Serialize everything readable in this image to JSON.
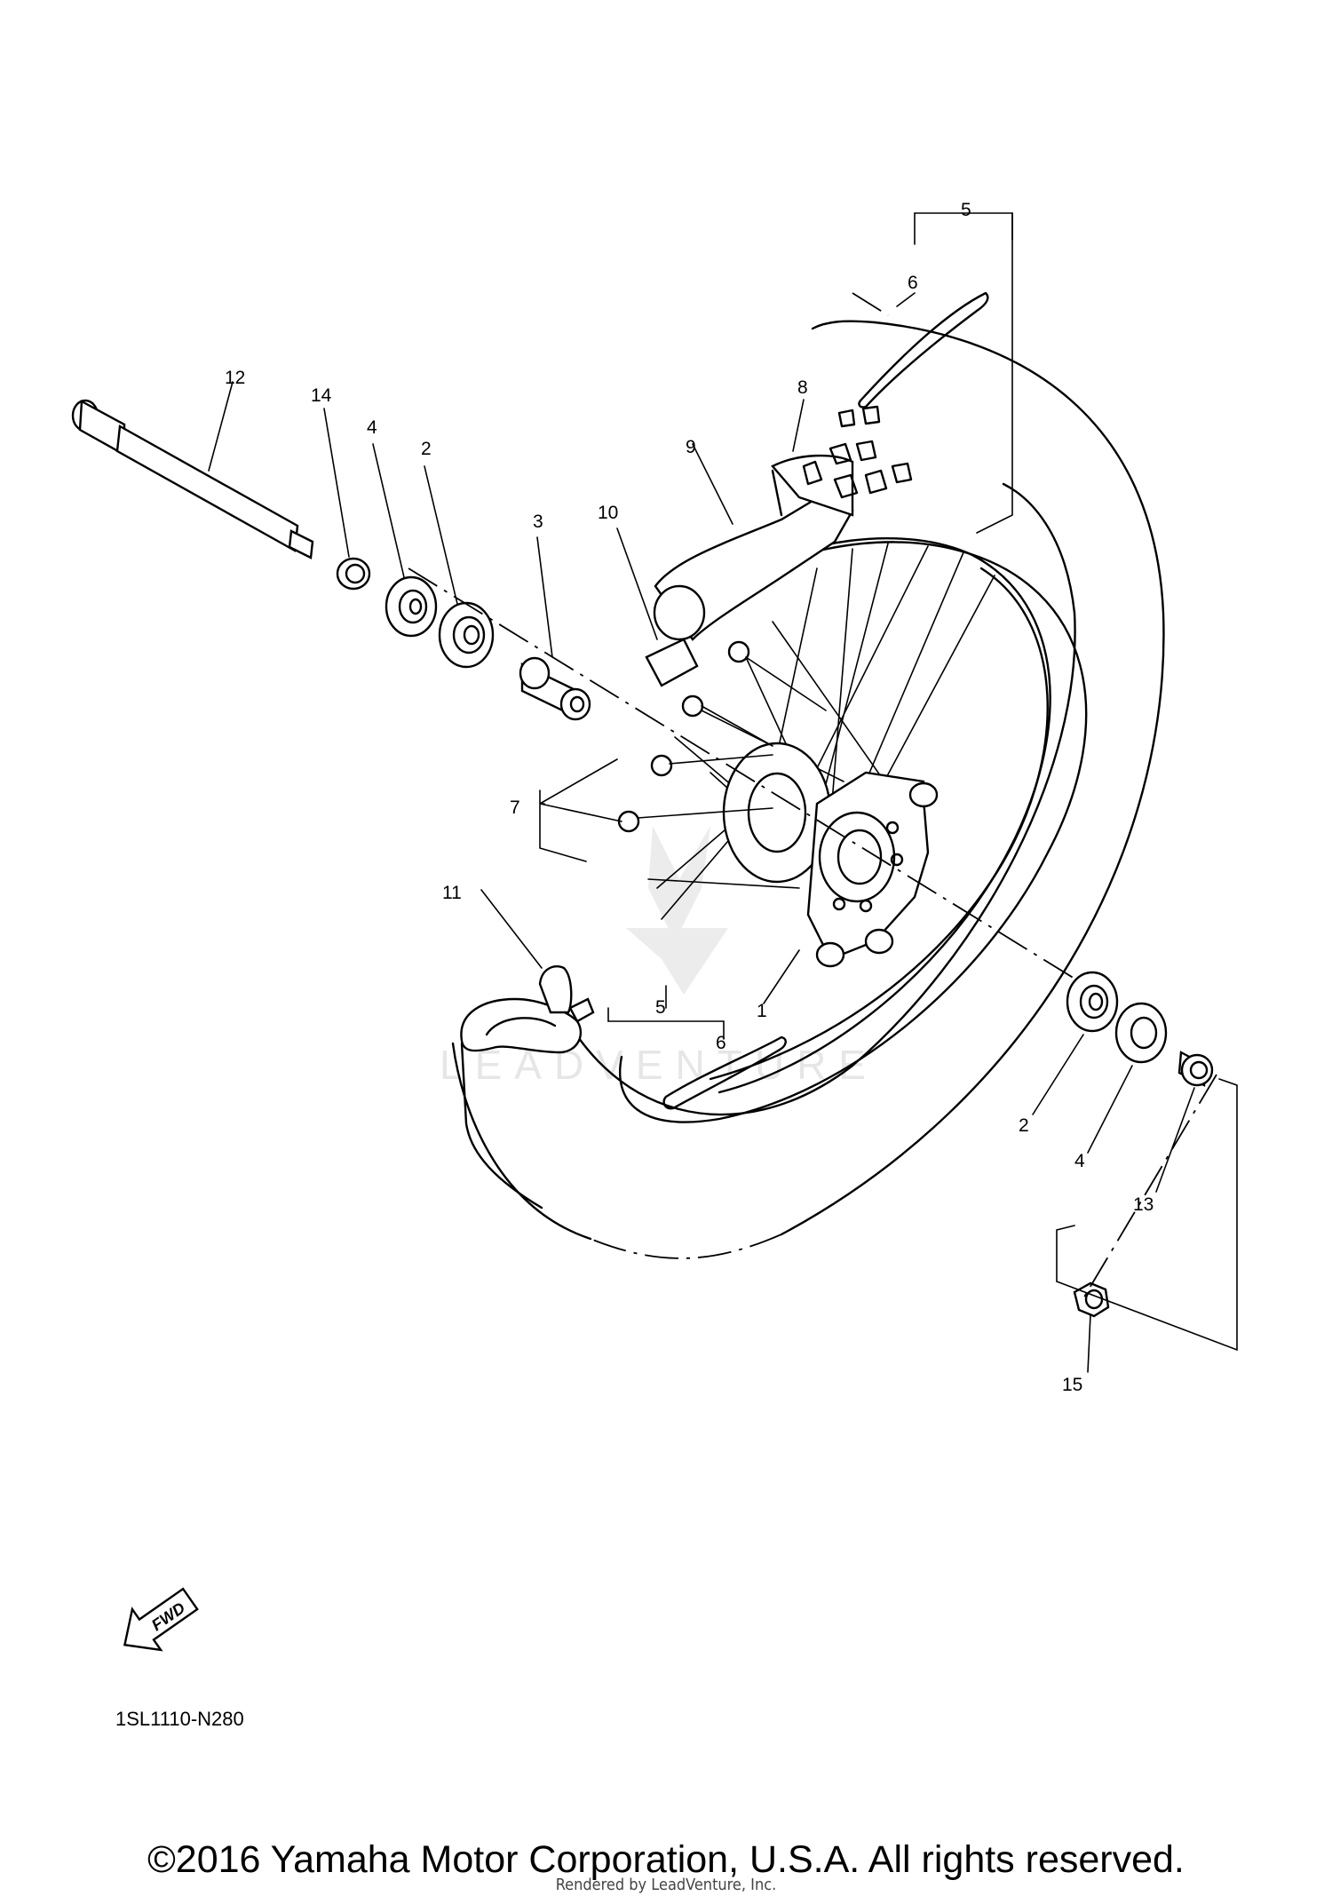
{
  "diagram": {
    "callouts": {
      "p1": "1",
      "p2_left": "2",
      "p2_right": "2",
      "p3": "3",
      "p4_left": "4",
      "p4_right": "4",
      "p5_top": "5",
      "p5_bottom": "5",
      "p6_top": "6",
      "p6_bottom": "6",
      "p7": "7",
      "p8": "8",
      "p9": "9",
      "p10": "10",
      "p11": "11",
      "p12": "12",
      "p13": "13",
      "p14": "14",
      "p15": "15"
    },
    "fwd_arrow_label": "FWD",
    "watermark": "LEADVENTURE",
    "diagram_code": "1SL1110-N280"
  },
  "footer": {
    "copyright": "©2016 Yamaha Motor Corporation, U.S.A. All rights reserved.",
    "rendered_by": "Rendered by LeadVenture, Inc."
  },
  "colors": {
    "line": "#000000",
    "background": "#ffffff",
    "watermark": "#e6e6e6"
  }
}
